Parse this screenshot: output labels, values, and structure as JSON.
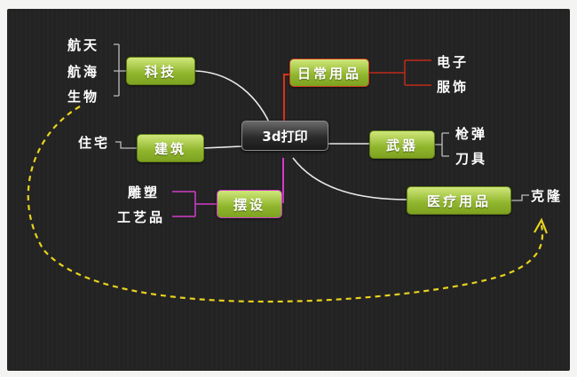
{
  "center": "3d打印",
  "branches": [
    {
      "id": "keji",
      "label": "科技",
      "leaves": [
        "航天",
        "航海",
        "生物"
      ]
    },
    {
      "id": "richang",
      "label": "日常用品",
      "leaves": [
        "电子",
        "服饰"
      ]
    },
    {
      "id": "jianzhu",
      "label": "建筑",
      "leaves": [
        "住宅"
      ]
    },
    {
      "id": "wuqi",
      "label": "武器",
      "leaves": [
        "枪弹",
        "刀具"
      ]
    },
    {
      "id": "baishe",
      "label": "摆设",
      "leaves": [
        "雕塑",
        "工艺品"
      ]
    },
    {
      "id": "yiliao",
      "label": "医疗用品",
      "leaves": [
        "克隆"
      ]
    }
  ],
  "colors": {
    "link_white": "#e8e8e8",
    "link_red": "#d8321a",
    "link_magenta": "#d23cc8",
    "leaf_bracket_red": "#c02a1a",
    "leaf_bracket_grey": "#bdbdbd",
    "dashed_arrow": "#e8d21e"
  }
}
